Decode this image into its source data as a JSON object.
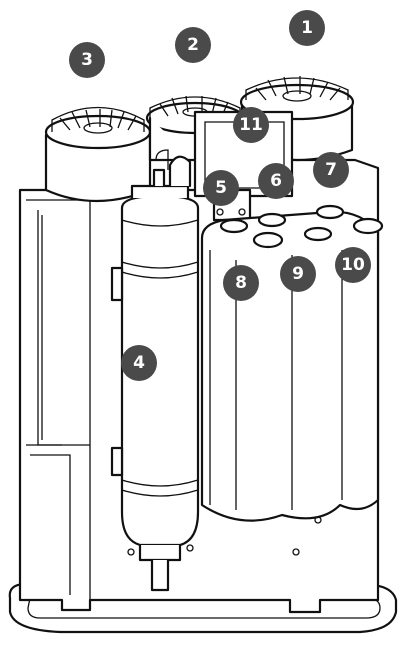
{
  "figure": {
    "callouts": [
      {
        "id": "1",
        "label": "1"
      },
      {
        "id": "2",
        "label": "2"
      },
      {
        "id": "3",
        "label": "3"
      },
      {
        "id": "4",
        "label": "4"
      },
      {
        "id": "5",
        "label": "5"
      },
      {
        "id": "6",
        "label": "6"
      },
      {
        "id": "7",
        "label": "7"
      },
      {
        "id": "8",
        "label": "8"
      },
      {
        "id": "9",
        "label": "9"
      },
      {
        "id": "10",
        "label": "10"
      },
      {
        "id": "11",
        "label": "11"
      }
    ],
    "colors": {
      "callout_fill": "#4a4a4a",
      "callout_text": "#ffffff",
      "line": "#111111"
    }
  }
}
